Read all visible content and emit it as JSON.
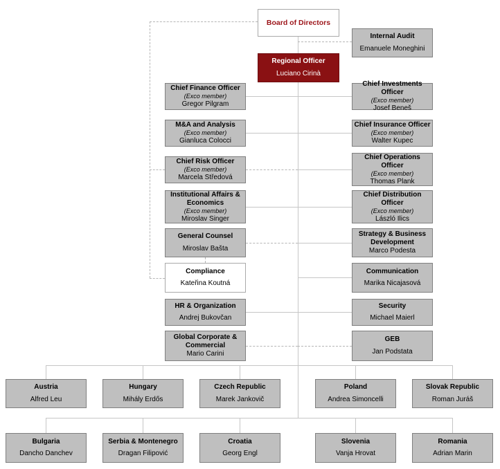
{
  "colors": {
    "node_fill_gray": "#bfbfbf",
    "node_border_gray": "#7f7f7f",
    "node_fill_dark_red": "#8a1113",
    "board_title_red": "#9c1419",
    "connector_gray": "#c6c6c6",
    "background": "#ffffff"
  },
  "top": {
    "board": {
      "title": "Board of Directors"
    },
    "regional": {
      "title": "Regional Officer",
      "name": "Luciano Cirinà"
    },
    "internal_audit": {
      "title": "Internal Audit",
      "name": "Emanuele Moneghini"
    }
  },
  "left_column": [
    {
      "title": "Chief Finance Officer",
      "subtitle": "(Exco member)",
      "name": "Gregor Pilgram"
    },
    {
      "title": "M&A and Analysis",
      "subtitle": "(Exco member)",
      "name": "Gianluca Colocci"
    },
    {
      "title": "Chief Risk Officer",
      "subtitle": "(Exco member)",
      "name": "Marcela Středová"
    },
    {
      "title": "Institutional Affairs &\nEconomics",
      "subtitle": "(Exco member)",
      "name": "Miroslav Singer"
    },
    {
      "title": "General Counsel",
      "name": "Miroslav Bašta"
    },
    {
      "title": "Compliance",
      "name": "Kateřina Koutná"
    },
    {
      "title": "HR & Organization",
      "name": "Andrej Bukovčan"
    },
    {
      "title": "Global Corporate &\nCommercial",
      "name": "Mario Carini"
    }
  ],
  "right_column": [
    {
      "title": "Chief Investments Officer",
      "subtitle": "(Exco member)",
      "name": "Josef Beneš"
    },
    {
      "title": "Chief Insurance Officer",
      "subtitle": "(Exco member)",
      "name": "Walter Kupec"
    },
    {
      "title": "Chief Operations\nOfficer",
      "subtitle": "(Exco member)",
      "name": "Thomas Plank"
    },
    {
      "title": "Chief Distribution\nOfficer",
      "subtitle": "(Exco member)",
      "name": "László Ilics"
    },
    {
      "title": "Strategy & Business\nDevelopment",
      "name": "Marco Podesta"
    },
    {
      "title": "Communication",
      "name": "Marika Nicajasová"
    },
    {
      "title": "Security",
      "name": "Michael Maierl"
    },
    {
      "title": "GEB",
      "name": "Jan Podstata"
    }
  ],
  "countries_row1": [
    {
      "title": "Austria",
      "name": "Alfred Leu"
    },
    {
      "title": "Hungary",
      "name": "Mihály Erdős"
    },
    {
      "title": "Czech Republic",
      "name": "Marek Jankovič"
    },
    {
      "title": "Poland",
      "name": "Andrea Simoncelli"
    },
    {
      "title": "Slovak Republic",
      "name": "Roman Juráš"
    }
  ],
  "countries_row2": [
    {
      "title": "Bulgaria",
      "name": "Dancho Danchev"
    },
    {
      "title": "Serbia & Montenegro",
      "name": "Dragan Filipović"
    },
    {
      "title": "Croatia",
      "name": "Georg Engl"
    },
    {
      "title": "Slovenia",
      "name": "Vanja Hrovat"
    },
    {
      "title": "Romania",
      "name": "Adrian Marin"
    }
  ]
}
